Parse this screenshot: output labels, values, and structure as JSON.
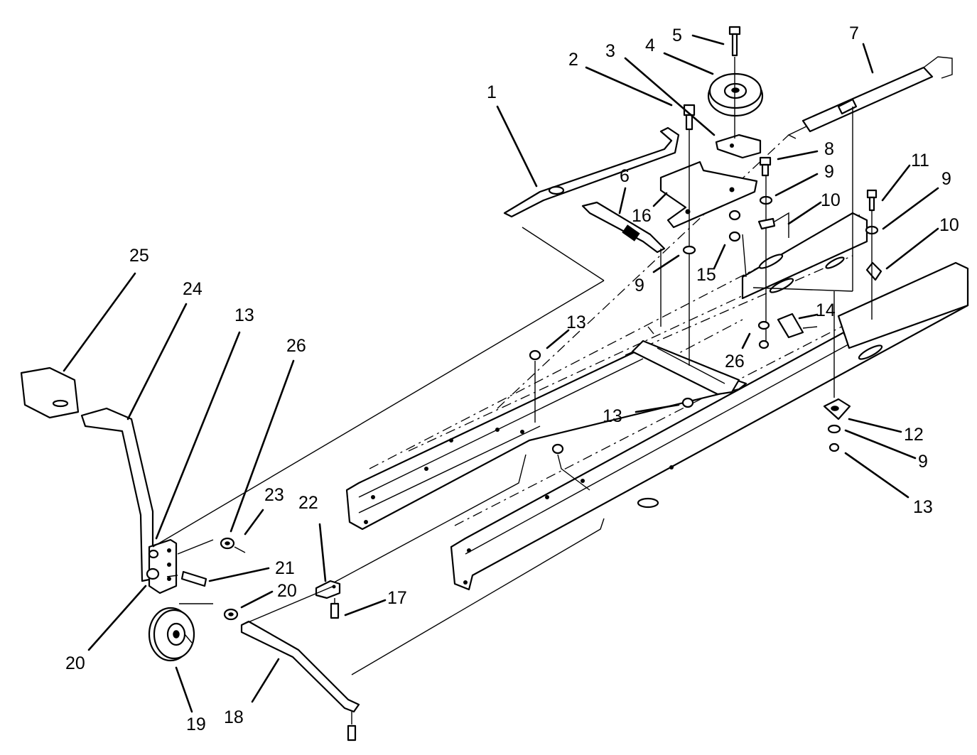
{
  "callouts": [
    {
      "id": "c1",
      "label": "1"
    },
    {
      "id": "c2",
      "label": "2"
    },
    {
      "id": "c3",
      "label": "3"
    },
    {
      "id": "c4",
      "label": "4"
    },
    {
      "id": "c5",
      "label": "5"
    },
    {
      "id": "c6",
      "label": "6"
    },
    {
      "id": "c7",
      "label": "7"
    },
    {
      "id": "c8",
      "label": "8"
    },
    {
      "id": "c9a",
      "label": "9"
    },
    {
      "id": "c9b",
      "label": "9"
    },
    {
      "id": "c9c",
      "label": "9"
    },
    {
      "id": "c9d",
      "label": "9"
    },
    {
      "id": "c10a",
      "label": "10"
    },
    {
      "id": "c10b",
      "label": "10"
    },
    {
      "id": "c11",
      "label": "11"
    },
    {
      "id": "c12",
      "label": "12"
    },
    {
      "id": "c13a",
      "label": "13"
    },
    {
      "id": "c13b",
      "label": "13"
    },
    {
      "id": "c13c",
      "label": "13"
    },
    {
      "id": "c13d",
      "label": "13"
    },
    {
      "id": "c14",
      "label": "14"
    },
    {
      "id": "c15",
      "label": "15"
    },
    {
      "id": "c16",
      "label": "16"
    },
    {
      "id": "c17",
      "label": "17"
    },
    {
      "id": "c18",
      "label": "18"
    },
    {
      "id": "c19",
      "label": "19"
    },
    {
      "id": "c20a",
      "label": "20"
    },
    {
      "id": "c20b",
      "label": "20"
    },
    {
      "id": "c21",
      "label": "21"
    },
    {
      "id": "c22",
      "label": "22"
    },
    {
      "id": "c23",
      "label": "23"
    },
    {
      "id": "c24",
      "label": "24"
    },
    {
      "id": "c25",
      "label": "25"
    },
    {
      "id": "c26a",
      "label": "26"
    },
    {
      "id": "c26b",
      "label": "26"
    }
  ]
}
